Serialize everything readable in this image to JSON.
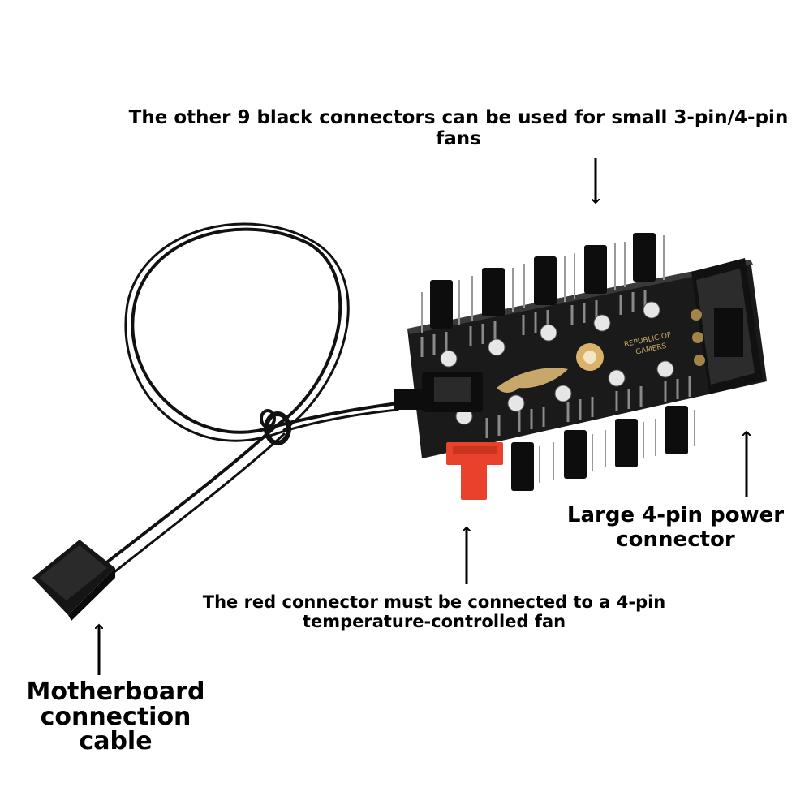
{
  "annotations": {
    "black_connectors": "The other 9 black connectors can be used for small 3-pin/4-pin fans",
    "power_connector": "Large 4-pin power connector",
    "red_connector": "The red connector must be connected to a 4-pin temperature-controlled fan",
    "motherboard_cable": "Motherboard connection cable"
  },
  "board_print": {
    "line1": "REPUBLIC OF",
    "line2": "GAMERS"
  },
  "colors": {
    "pcb": "#1a1a1a",
    "connector": "#0d0d0d",
    "red_connector": "#e8412c",
    "gold_pad": "#d9b36a",
    "arrow": "#000000"
  }
}
